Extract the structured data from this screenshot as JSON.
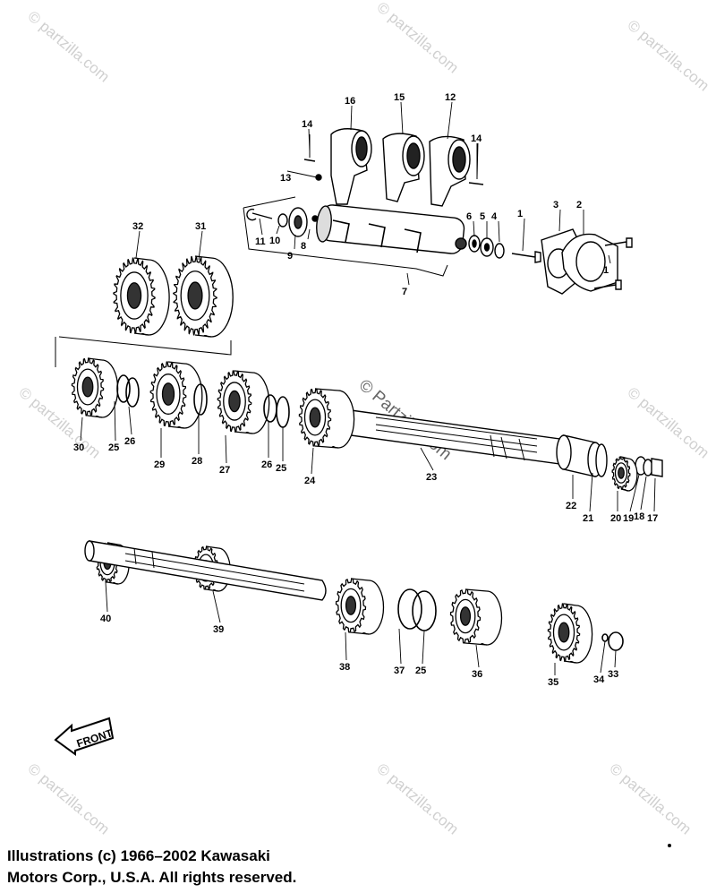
{
  "watermark": {
    "text": "© partzilla.com",
    "center_text": "© Partzilla.com"
  },
  "front_arrow": {
    "label": "FRONT"
  },
  "copyright": {
    "line1": "Illustrations (c) 1966–2002 Kawasaki",
    "line2": "Motors Corp., U.S.A.  All rights reserved."
  },
  "callouts": {
    "p1a": "1",
    "p1b": "1",
    "p2": "2",
    "p3": "3",
    "p4": "4",
    "p5": "5",
    "p6": "6",
    "p7": "7",
    "p8": "8",
    "p9": "9",
    "p10": "10",
    "p11": "11",
    "p12": "12",
    "p13": "13",
    "p14a": "14",
    "p14b": "14",
    "p15": "15",
    "p16": "16",
    "p17": "17",
    "p18": "18",
    "p19": "19",
    "p20": "20",
    "p21": "21",
    "p22": "22",
    "p23": "23",
    "p24": "24",
    "p25a": "25",
    "p25b": "25",
    "p25c": "25",
    "p26a": "26",
    "p26b": "26",
    "p27": "27",
    "p28": "28",
    "p29": "29",
    "p30": "30",
    "p31": "31",
    "p32": "32",
    "p33": "33",
    "p34": "34",
    "p35": "35",
    "p36": "36",
    "p37": "37",
    "p38": "38",
    "p39": "39",
    "p40": "40"
  }
}
